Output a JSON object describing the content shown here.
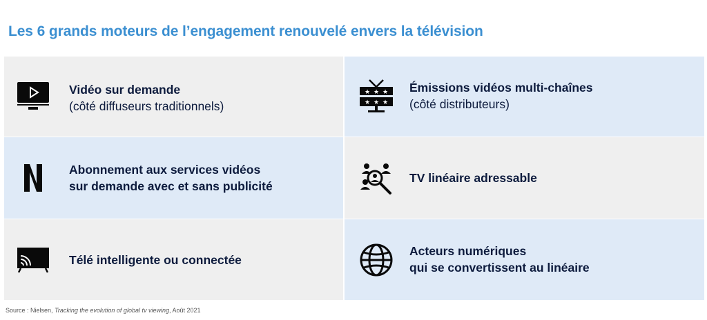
{
  "title": "Les 6 grands moteurs de l’engagement renouvelé envers la télévision",
  "cells": [
    {
      "icon": "monitor-play-icon",
      "line1": "Vidéo sur demande",
      "line2": "(côté diffuseurs traditionnels)",
      "line2_bold": false
    },
    {
      "icon": "tv-antenna-icon",
      "line1": "Émissions vidéos multi-chaînes",
      "line2": "(côté distributeurs)",
      "line2_bold": false
    },
    {
      "icon": "netflix-n-icon",
      "line1": "Abonnement aux services vidéos",
      "line2": "sur demande avec et sans publicité",
      "line2_bold": true
    },
    {
      "icon": "audience-target-icon",
      "line1": "TV linéaire adressable",
      "line2": "",
      "line2_bold": true
    },
    {
      "icon": "smart-tv-icon",
      "line1": "Télé intelligente ou connectée",
      "line2": "",
      "line2_bold": true
    },
    {
      "icon": "globe-icon",
      "line1": "Acteurs numériques",
      "line2": "qui se convertissent au linéaire",
      "line2_bold": true
    }
  ],
  "source": {
    "prefix": "Source : Nielsen, ",
    "title": "Tracking the evolution of global tv viewing",
    "suffix": ", Août 2021"
  },
  "colors": {
    "title": "#3b8fd1",
    "text": "#0d1b3d",
    "gray_cell": "#efefef",
    "blue_cell": "#dfeaf7"
  }
}
